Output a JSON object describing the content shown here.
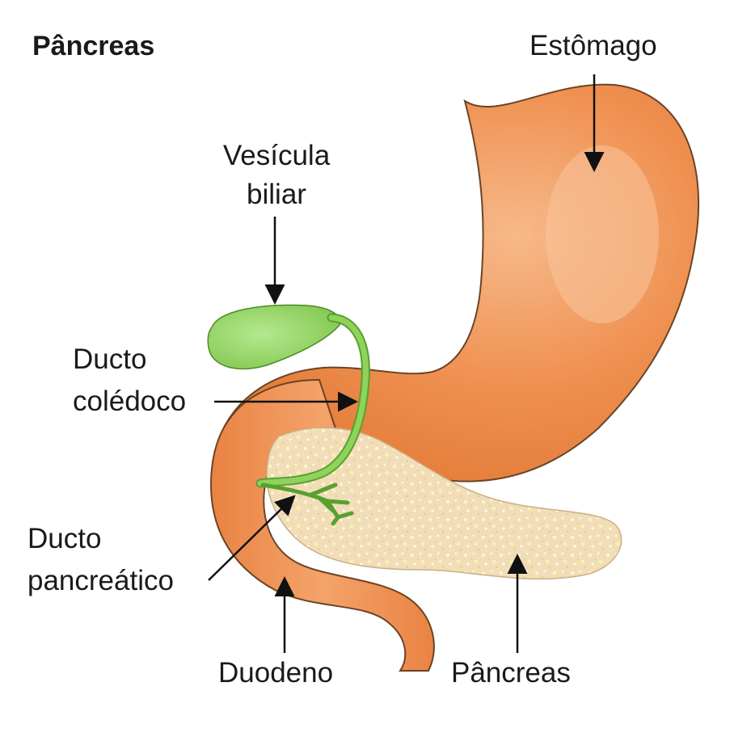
{
  "title": "Pâncreas",
  "labels": {
    "stomach": "Estômago",
    "gallbladder_line1": "Vesícula",
    "gallbladder_line2": "biliar",
    "common_bile_duct_line1": "Ducto",
    "common_bile_duct_line2": "colédoco",
    "pancreatic_duct_line1": "Ducto",
    "pancreatic_duct_line2": "pancreático",
    "duodenum": "Duodeno",
    "pancreas": "Pâncreas"
  },
  "colors": {
    "stomach": "#ef8f4a",
    "stomach_highlight": "#f6b78a",
    "outline": "#5a3a20",
    "gallbladder": "#8fd15f",
    "bile_duct": "#7cc84a",
    "pancreas": "#f3e2c0",
    "pancreas_speckle": "#fff7c8",
    "arrow": "#111111"
  }
}
